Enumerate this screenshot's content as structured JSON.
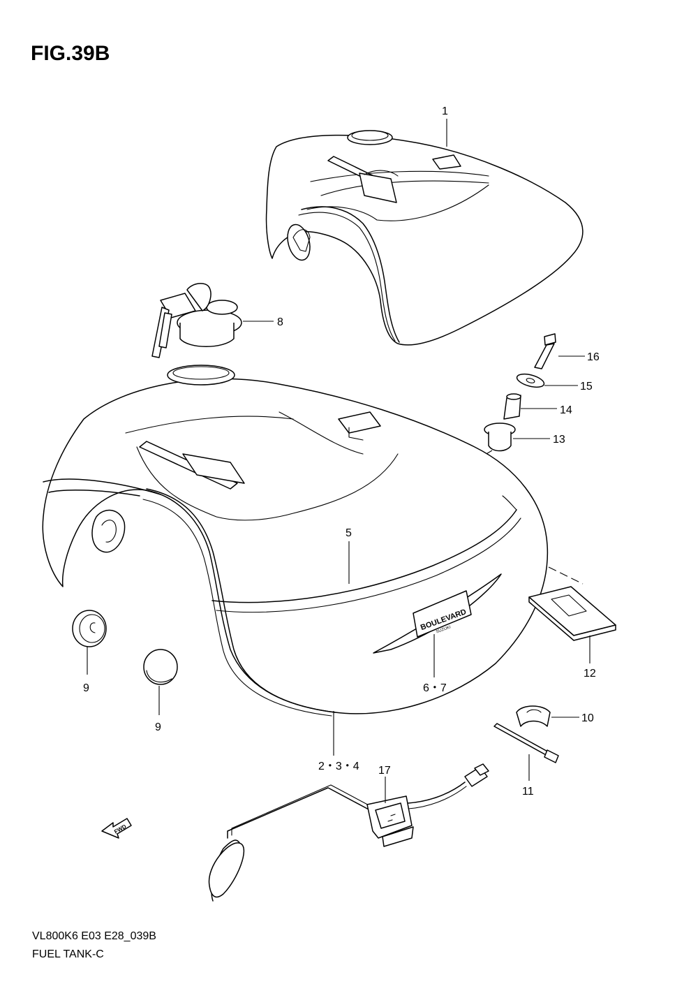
{
  "figure": {
    "title": "FIG.39B",
    "model_code": "VL800K6 E03 E28_039B",
    "name": "FUEL TANK-C"
  },
  "callouts": {
    "c1": "1",
    "c5": "5",
    "c67": "6・7",
    "c8": "8",
    "c9a": "9",
    "c9b": "9",
    "c10": "10",
    "c11": "11",
    "c12": "12",
    "c13": "13",
    "c14": "14",
    "c15": "15",
    "c16": "16",
    "c17": "17",
    "c234": "2・3・4"
  },
  "emblem_text": "BOULEVARD",
  "emblem_subtext": "SUZUKI",
  "direction_arrow_label": "FWD"
}
